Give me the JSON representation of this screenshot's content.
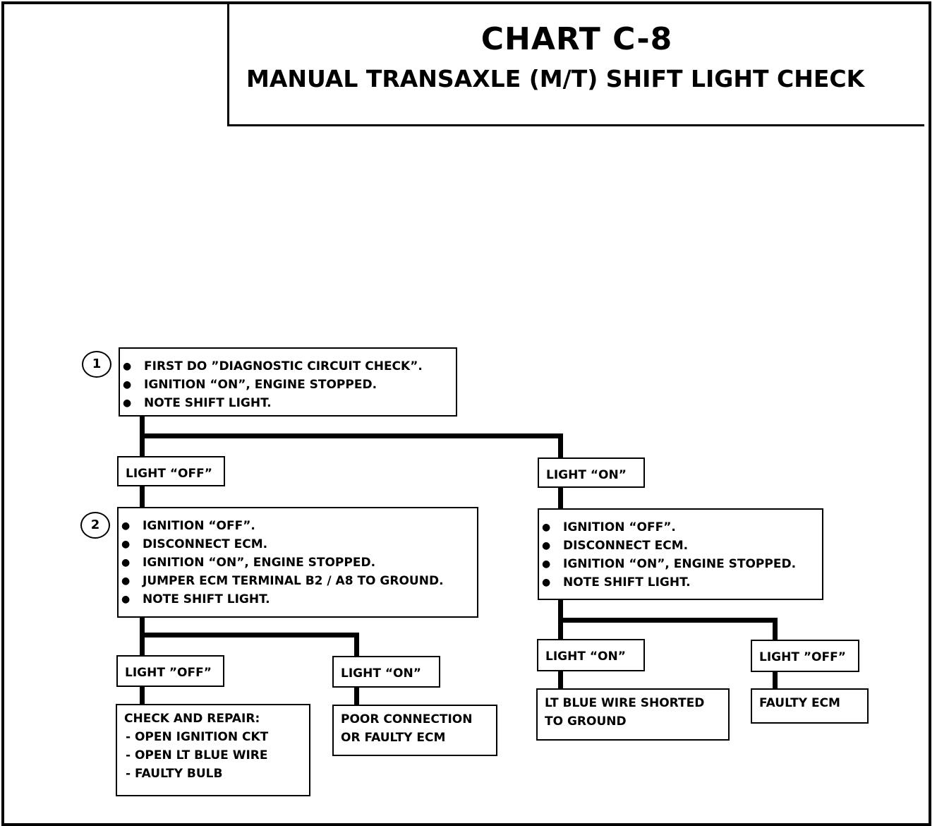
{
  "header": {
    "title": "CHART C-8",
    "subtitle": "MANUAL TRANSAXLE (M/T) SHIFT LIGHT CHECK"
  },
  "steps": {
    "step1": {
      "number": "1",
      "items": [
        "FIRST DO ”DIAGNOSTIC CIRCUIT CHECK”.",
        "IGNITION “ON”, ENGINE STOPPED.",
        "NOTE SHIFT LIGHT."
      ]
    },
    "left": {
      "light_off": "LIGHT “OFF”",
      "step2": {
        "number": "2",
        "items": [
          "IGNITION “OFF”.",
          "DISCONNECT ECM.",
          "IGNITION “ON”, ENGINE STOPPED.",
          "JUMPER ECM TERMINAL B2 / A8 TO GROUND.",
          "NOTE SHIFT LIGHT."
        ]
      },
      "result_off_label": "LIGHT ”OFF”",
      "result_off_text": {
        "heading": "CHECK AND REPAIR:",
        "lines": [
          "-  OPEN IGNITION CKT",
          "-  OPEN LT BLUE WIRE",
          "-  FAULTY BULB"
        ]
      },
      "result_on_label": "LIGHT “ON”",
      "result_on_text": [
        "POOR CONNECTION",
        "OR FAULTY ECM"
      ]
    },
    "right": {
      "light_on": "LIGHT “ON”",
      "items": [
        "IGNITION “OFF”.",
        "DISCONNECT ECM.",
        "IGNITION “ON”, ENGINE STOPPED.",
        "NOTE SHIFT LIGHT."
      ],
      "result_on_label": "LIGHT “ON”",
      "result_on_text": [
        "LT BLUE WIRE SHORTED",
        "TO GROUND"
      ],
      "result_off_label": "LIGHT ”OFF”",
      "result_off_text": "FAULTY ECM"
    }
  }
}
